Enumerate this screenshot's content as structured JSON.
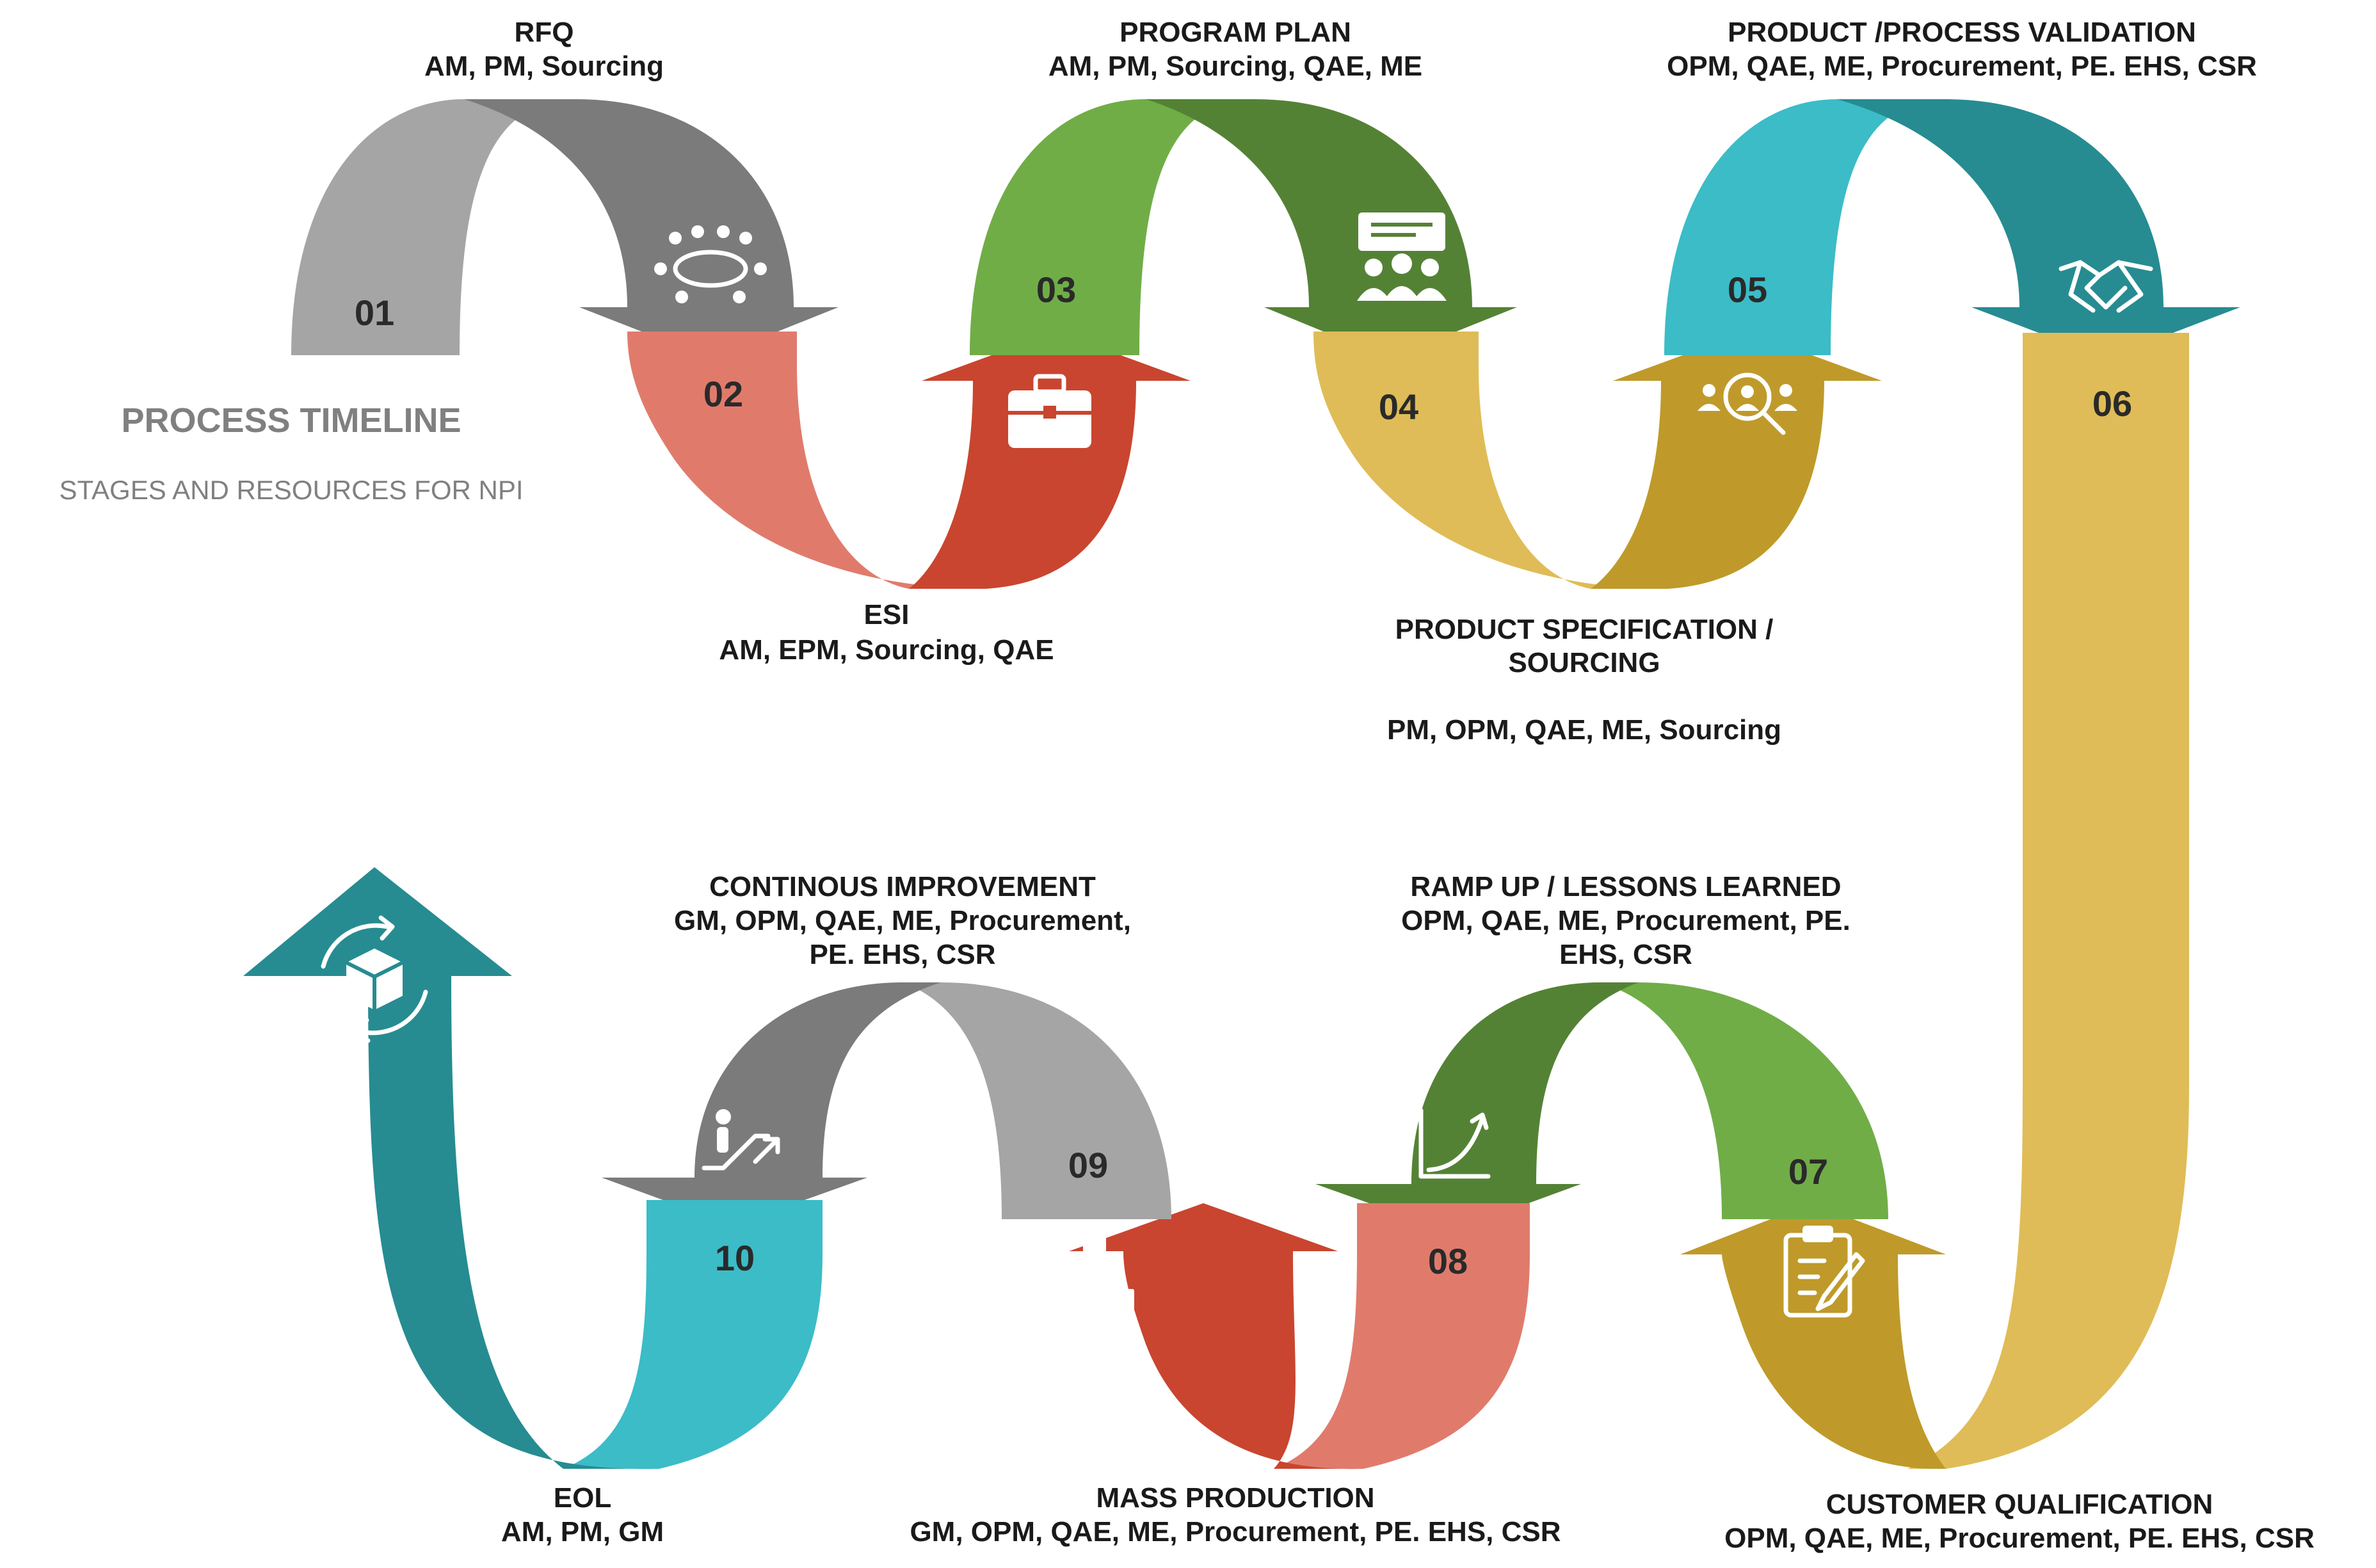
{
  "header": {
    "title": "PROCESS TIMELINE",
    "subtitle": "STAGES AND RESOURCES FOR NPI"
  },
  "stages": [
    {
      "number": "01",
      "title": "RFQ",
      "resources": [
        "AM, PM, Sourcing"
      ]
    },
    {
      "number": "02",
      "title": "ESI",
      "resources": [
        "AM, EPM, Sourcing, QAE"
      ]
    },
    {
      "number": "03",
      "title": "PROGRAM PLAN",
      "resources": [
        "AM, PM, Sourcing, QAE, ME"
      ]
    },
    {
      "number": "04",
      "title": "PRODUCT SPECIFICATION /",
      "title2": "SOURCING",
      "resources": [
        "PM, OPM, QAE, ME, Sourcing"
      ]
    },
    {
      "number": "05",
      "title": "PRODUCT /PROCESS VALIDATION",
      "resources": [
        "OPM, QAE, ME, Procurement, PE. EHS, CSR"
      ]
    },
    {
      "number": "06",
      "title": "",
      "resources": []
    },
    {
      "number": "07",
      "title": "CUSTOMER QUALIFICATION",
      "resources": [
        "OPM, QAE, ME, Procurement, PE. EHS, CSR"
      ]
    },
    {
      "number": "08",
      "title": "RAMP UP / LESSONS LEARNED",
      "resources": [
        "OPM, QAE, ME, Procurement, PE.",
        "EHS, CSR"
      ]
    },
    {
      "number": "09",
      "title": "MASS PRODUCTION",
      "resources": [
        "GM, OPM, QAE, ME, Procurement, PE. EHS, CSR"
      ]
    },
    {
      "number": "10",
      "title": "CONTINOUS IMPROVEMENT",
      "resources": [
        "GM, OPM, QAE, ME, Procurement,",
        "PE. EHS, CSR"
      ]
    },
    {
      "number": "",
      "title": "EOL",
      "resources": [
        "AM, PM, GM"
      ]
    }
  ],
  "colors": {
    "grey_light": "#a5a5a5",
    "grey_dark": "#7b7b7b",
    "salmon": "#e07b6c",
    "red": "#c9452f",
    "green_light": "#70ad47",
    "green_dark": "#548235",
    "gold_light": "#dfbc57",
    "gold_dark": "#bf9a2a",
    "teal_light": "#3bbcc7",
    "teal_dark": "#268c91",
    "title_grey": "#808080"
  },
  "icons": [
    "meeting-table-icon",
    "briefcase-icon",
    "presentation-team-icon",
    "search-people-icon",
    "handshake-icon",
    "clipboard-icon",
    "growth-chart-icon",
    "boxes-icon",
    "escalator-icon",
    "recycle-box-icon"
  ]
}
